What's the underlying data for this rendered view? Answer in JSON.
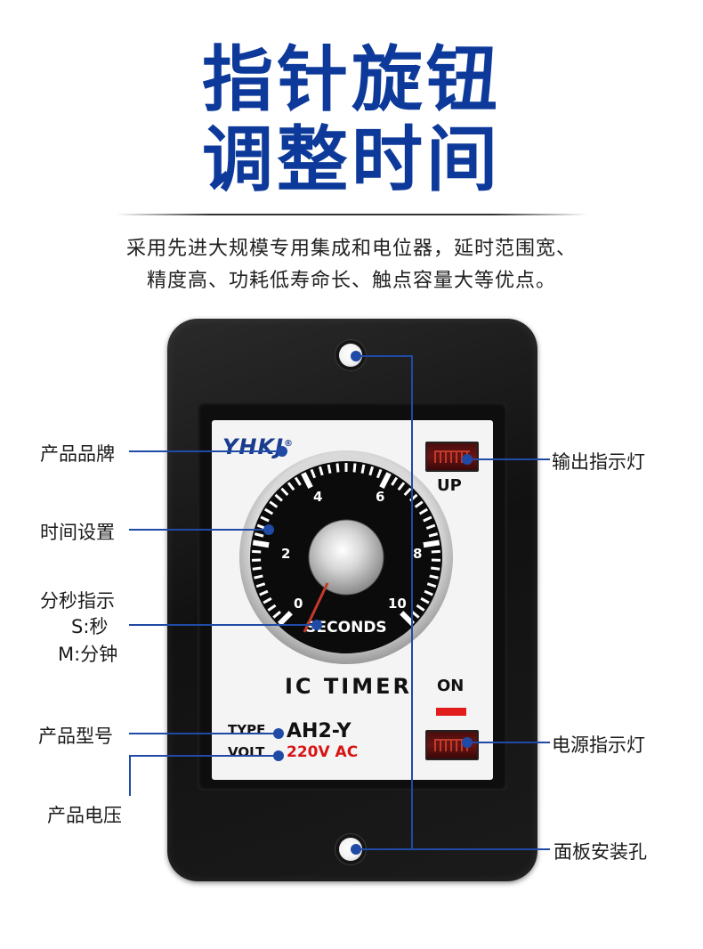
{
  "header": {
    "title_line1": "指针旋钮",
    "title_line2": "调整时间",
    "desc_line1": "采用先进大规模专用集成和电位器，延时范围宽、",
    "desc_line2": "精度高、功耗低寿命长、触点容量大等优点。"
  },
  "device": {
    "brand": "YHKJ",
    "brand_mark": "®",
    "dial_numbers": [
      "0",
      "2",
      "4",
      "6",
      "8",
      "10"
    ],
    "dial_unit": "SECONDS",
    "up_label": "UP",
    "on_label": "ON",
    "product_name": "IC TIMER",
    "type_label": "TYPE",
    "type_value": "AH2-Y",
    "volt_label": "VOLT",
    "volt_value": "220V AC"
  },
  "callouts": {
    "brand": "产品品牌",
    "time_setting": "时间设置",
    "unit_line1": "分秒指示",
    "unit_line2": "S:秒",
    "unit_line3": "M:分钟",
    "model": "产品型号",
    "voltage": "产品电压",
    "output_indicator": "输出指示灯",
    "power_indicator": "电源指示灯",
    "mount_hole": "面板安装孔"
  },
  "colors": {
    "title_blue": "#0d3a9a",
    "callout_blue": "#1f4aa6",
    "volt_red": "#d61515",
    "indicator_red": "#e21c1c"
  }
}
